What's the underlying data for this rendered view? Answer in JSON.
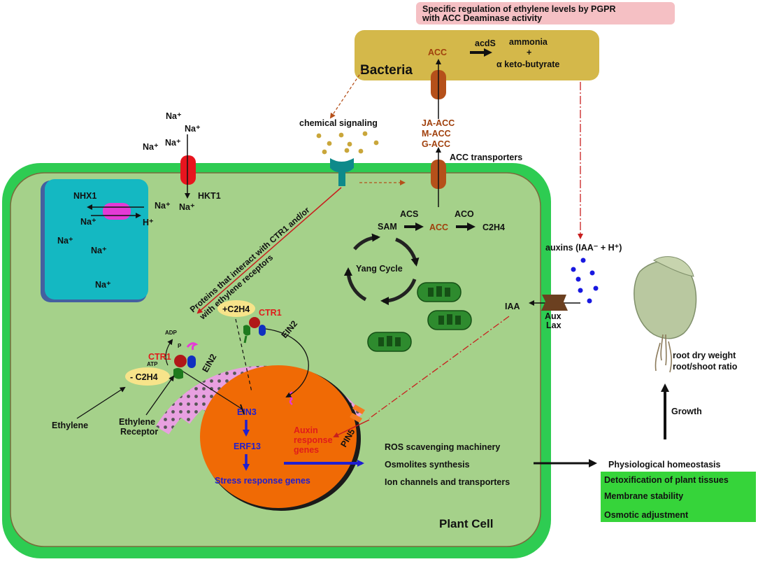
{
  "banner": {
    "line1": "Specific regulation of ethylene levels by PGPR",
    "line2": "with ACC Deaminase activity"
  },
  "bacteria": {
    "title": "Bacteria",
    "acc": "ACC",
    "enzyme": "acdS",
    "product1": "ammonia",
    "plus": "+",
    "product2": "α keto-butyrate"
  },
  "signaling": {
    "label": "chemical signaling"
  },
  "acc_conjugates": [
    "JA-ACC",
    "M-ACC",
    "G-ACC"
  ],
  "acc_transporters": "ACC transporters",
  "sodium": {
    "outside": [
      "Na⁺",
      "Na⁺",
      "Na⁺",
      "Na⁺"
    ],
    "hkt1": "HKT1",
    "hkt1_na": "Na⁺",
    "nhx1": "NHX1",
    "nhx1_na_out": "Na⁺",
    "nhx1_h": "H⁺",
    "vacuole_na": [
      "Na⁺",
      "Na⁺",
      "Na⁺",
      "Na⁺"
    ]
  },
  "receptor_proteins": "Proteins that interact with CTR1 and/or with ethylene receptors",
  "biosynthesis": {
    "sam": "SAM",
    "acs": "ACS",
    "acc": "ACC",
    "aco": "ACO",
    "c2h4": "C2H4",
    "yang": "Yang Cycle"
  },
  "auxin": {
    "label": "auxins (IAA⁻ + H⁺)",
    "iaa": "IAA",
    "aux": "Aux",
    "lax": "Lax",
    "pin5": "PIN5"
  },
  "ethylene_signaling": {
    "plus_c2h4": "+C2H4",
    "minus_c2h4": "- C2H4",
    "ctr1_top": "CTR1",
    "ctr1_left": "CTR1",
    "ein2_top": "EIN2",
    "ein2_left": "EIN2",
    "adp": "ADP",
    "atp": "ATP",
    "p": "P",
    "ethylene": "Ethylene",
    "receptor_1": "Ethylene",
    "receptor_2": "Receptor"
  },
  "nucleus": {
    "ein3": "EIN3",
    "erf13": "ERF13",
    "stress_genes": "Stress response genes",
    "auxin_genes": [
      "Auxin",
      "response",
      "genes"
    ]
  },
  "responses": [
    "ROS scavenging machinery",
    "Osmolites synthesis",
    "Ion channels and transporters"
  ],
  "cell_label": "Plant Cell",
  "homeostasis": {
    "title": "Physiological homeostasis",
    "items": [
      "Detoxification of plant tissues",
      "Membrane stability",
      "Osmotic adjustment"
    ]
  },
  "plant": {
    "line1": "root dry weight",
    "line2": "root/shoot ratio",
    "growth": "Growth"
  },
  "colors": {
    "cell_wall": "#2ecc52",
    "cytoplasm": "#a5d18a",
    "vacuole": "#14b8c2",
    "nucleus": "#f06a05",
    "er": "#e8a0e0",
    "bacteria_box": "#d4b84a",
    "banner": "#f5c0c4",
    "homeostasis_box": "#36d43a",
    "chloroplast": "#2e8b2e"
  }
}
